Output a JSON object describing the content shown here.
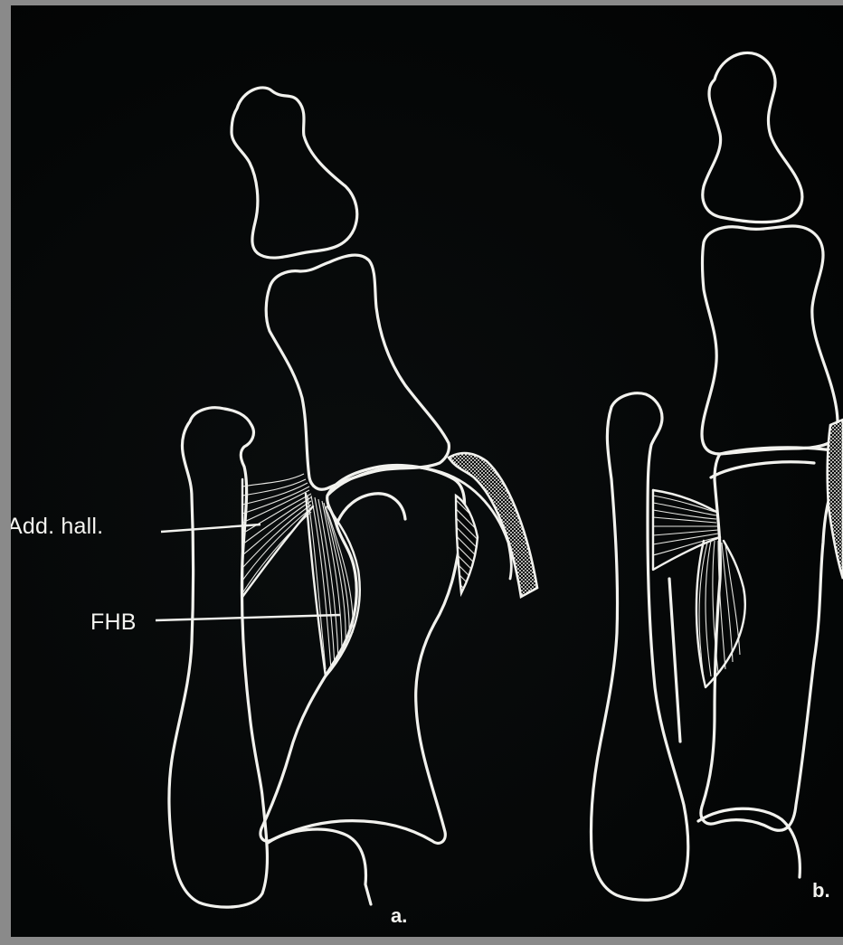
{
  "figure": {
    "labels": {
      "add_hall": "Add. hall.",
      "fhb": "FHB"
    },
    "panels": {
      "a": "a.",
      "b": "b."
    }
  },
  "colors": {
    "background": "#050707",
    "line": "#f2f2ee",
    "frame": "#8a8a8a"
  }
}
